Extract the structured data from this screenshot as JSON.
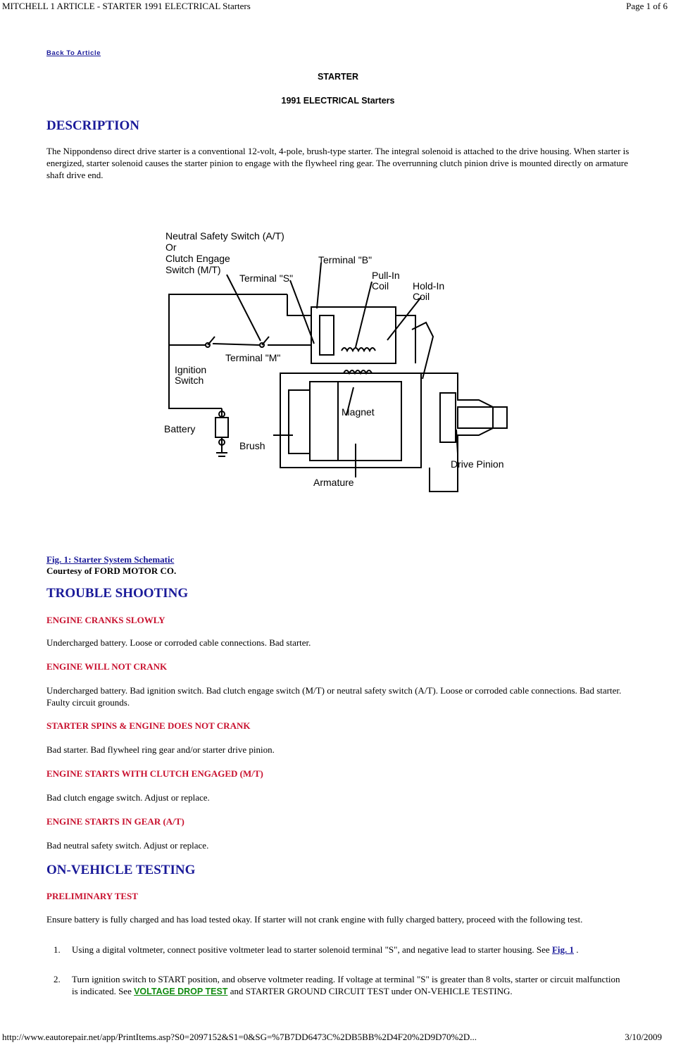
{
  "header": {
    "title": "MITCHELL 1 ARTICLE - STARTER 1991 ELECTRICAL Starters",
    "page": "Page 1 of 6"
  },
  "back_link": "Back To Article",
  "titles": {
    "main": "STARTER",
    "sub": "1991 ELECTRICAL Starters"
  },
  "description": {
    "heading": "DESCRIPTION",
    "text": "The Nippondenso direct drive starter is a conventional 12-volt, 4-pole, brush-type starter. The integral solenoid is attached to the drive housing. When starter is energized, starter solenoid causes the starter pinion to engage with the flywheel ring gear. The overrunning clutch pinion drive is mounted directly on armature shaft drive end."
  },
  "diagram": {
    "labels": {
      "nss1": "Neutral Safety Switch (A/T)",
      "nss2": "Or",
      "nss3": "Clutch Engage",
      "nss4": "Switch (M/T)",
      "term_b": "Terminal \"B\"",
      "term_s": "Terminal \"S\"",
      "pullin1": "Pull-In",
      "pullin2": "Coil",
      "holdin1": "Hold-In",
      "holdin2": "Coil",
      "term_m": "Terminal \"M\"",
      "ign1": "Ignition",
      "ign2": "Switch",
      "magnet": "Magnet",
      "battery": "Battery",
      "brush": "Brush",
      "drive_pinion": "Drive Pinion",
      "armature": "Armature"
    }
  },
  "figure": {
    "caption": "Fig. 1: Starter System Schematic",
    "courtesy": "Courtesy of FORD MOTOR CO."
  },
  "troubleshooting": {
    "heading": "TROUBLE SHOOTING",
    "items": [
      {
        "title": "ENGINE CRANKS SLOWLY",
        "text": "Undercharged battery. Loose or corroded cable connections. Bad starter."
      },
      {
        "title": "ENGINE WILL NOT CRANK",
        "text": "Undercharged battery. Bad ignition switch. Bad clutch engage switch (M/T) or neutral safety switch (A/T). Loose or corroded cable connections. Bad starter. Faulty circuit grounds."
      },
      {
        "title": "STARTER SPINS & ENGINE DOES NOT CRANK",
        "text": "Bad starter. Bad flywheel ring gear and/or starter drive pinion."
      },
      {
        "title": "ENGINE STARTS WITH CLUTCH ENGAGED (M/T)",
        "text": "Bad clutch engage switch. Adjust or replace."
      },
      {
        "title": "ENGINE STARTS IN GEAR (A/T)",
        "text": "Bad neutral safety switch. Adjust or replace."
      }
    ]
  },
  "onvehicle": {
    "heading": "ON-VEHICLE TESTING",
    "prelim_title": "PRELIMINARY TEST",
    "prelim_text": "Ensure battery is fully charged and has load tested okay. If starter will not crank engine with fully charged battery, proceed with the following test.",
    "steps": [
      {
        "num": "1.",
        "text": "Using a digital voltmeter, connect positive voltmeter lead to starter solenoid terminal \"S\", and negative lead to starter housing. See ",
        "link": "Fig. 1",
        "after": " ."
      },
      {
        "num": "2.",
        "text": "Turn ignition switch to START position, and observe voltmeter reading. If voltage at terminal \"S\" is greater than 8 volts, starter or circuit malfunction is indicated. See ",
        "link": "VOLTAGE DROP TEST",
        "after": " and STARTER GROUND CIRCUIT TEST under ON-VEHICLE TESTING."
      }
    ]
  },
  "footer": {
    "url": "http://www.eautorepair.net/app/PrintItems.asp?S0=2097152&S1=0&SG=%7B7DD6473C%2DB5BB%2D4F20%2D9D70%2D...",
    "date": "3/10/2009"
  }
}
